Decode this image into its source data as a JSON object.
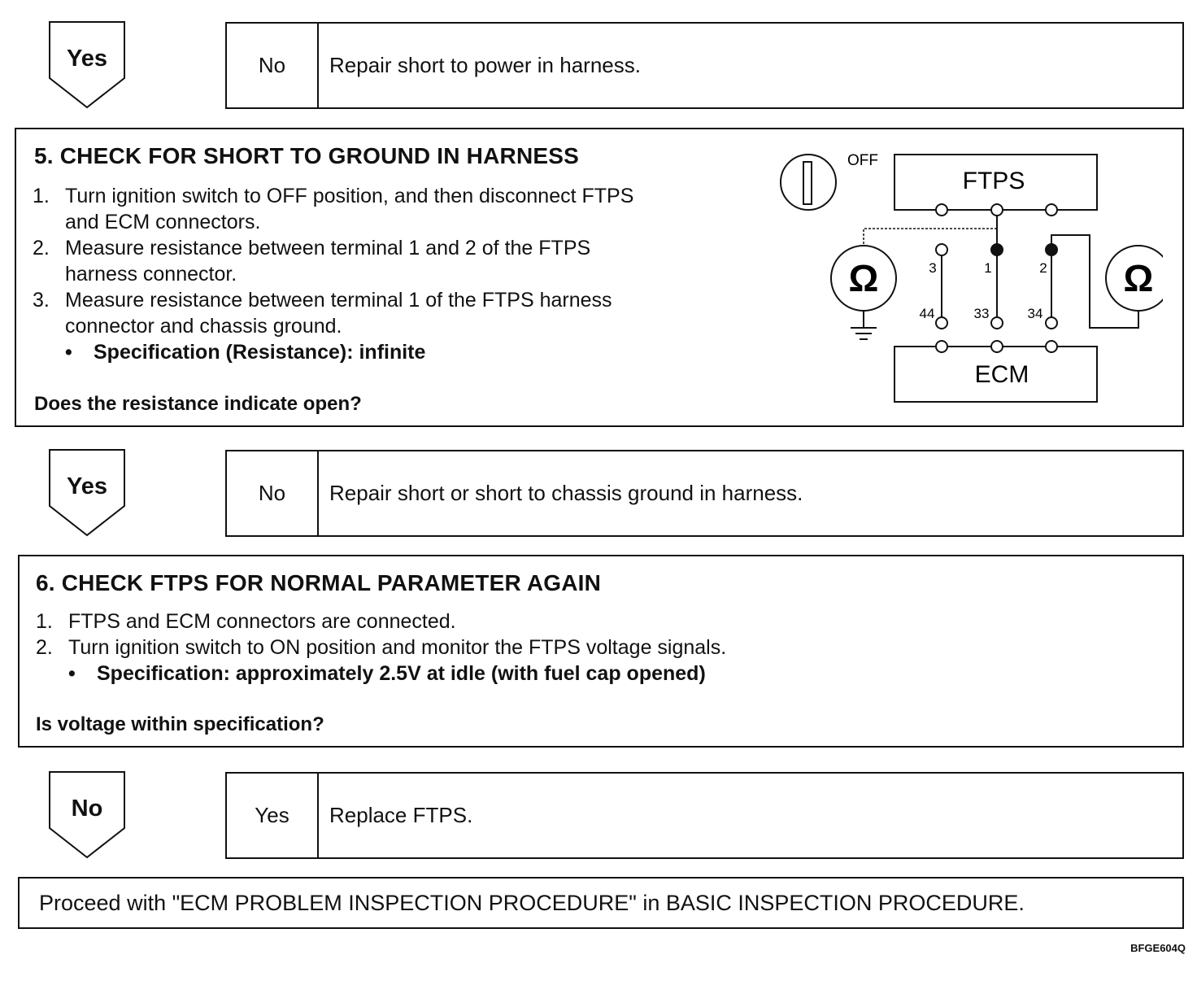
{
  "row1": {
    "arrow": "Yes",
    "key": "No",
    "text": "Repair short to power in harness."
  },
  "step5": {
    "title": "5.  CHECK FOR SHORT TO GROUND IN HARNESS",
    "items": [
      {
        "n": "1.",
        "lines": [
          "Turn ignition switch to OFF position, and then disconnect FTPS",
          "and ECM connectors."
        ]
      },
      {
        "n": "2.",
        "lines": [
          "Measure resistance between terminal 1 and 2 of the FTPS",
          "harness connector."
        ]
      },
      {
        "n": "3.",
        "lines": [
          "Measure resistance between terminal 1 of the FTPS harness",
          "connector and chassis ground."
        ]
      }
    ],
    "spec": "Specification (Resistance): infinite",
    "question": "Does the resistance indicate open?",
    "diagram": {
      "off": "OFF",
      "ftps": "FTPS",
      "ecm": "ECM",
      "ohm": "Ω",
      "pin3": "3",
      "pin1": "1",
      "pin2": "2",
      "pin44": "44",
      "pin33": "33",
      "pin34": "34"
    }
  },
  "row2": {
    "arrow": "Yes",
    "key": "No",
    "text": "Repair short or short to chassis ground in harness."
  },
  "step6": {
    "title": "6.  CHECK FTPS FOR NORMAL PARAMETER AGAIN",
    "items": [
      {
        "n": "1.",
        "lines": [
          "FTPS and ECM connectors are connected."
        ]
      },
      {
        "n": "2.",
        "lines": [
          "Turn ignition switch to ON position and monitor the FTPS voltage signals."
        ]
      }
    ],
    "spec": "Specification: approximately 2.5V at idle (with fuel cap opened)",
    "question": "Is voltage within specification?"
  },
  "row3": {
    "arrow": "No",
    "key": "Yes",
    "text": "Replace FTPS."
  },
  "final": "Proceed with \"ECM PROBLEM INSPECTION PROCEDURE\" in BASIC INSPECTION PROCEDURE.",
  "code": "BFGE604Q"
}
